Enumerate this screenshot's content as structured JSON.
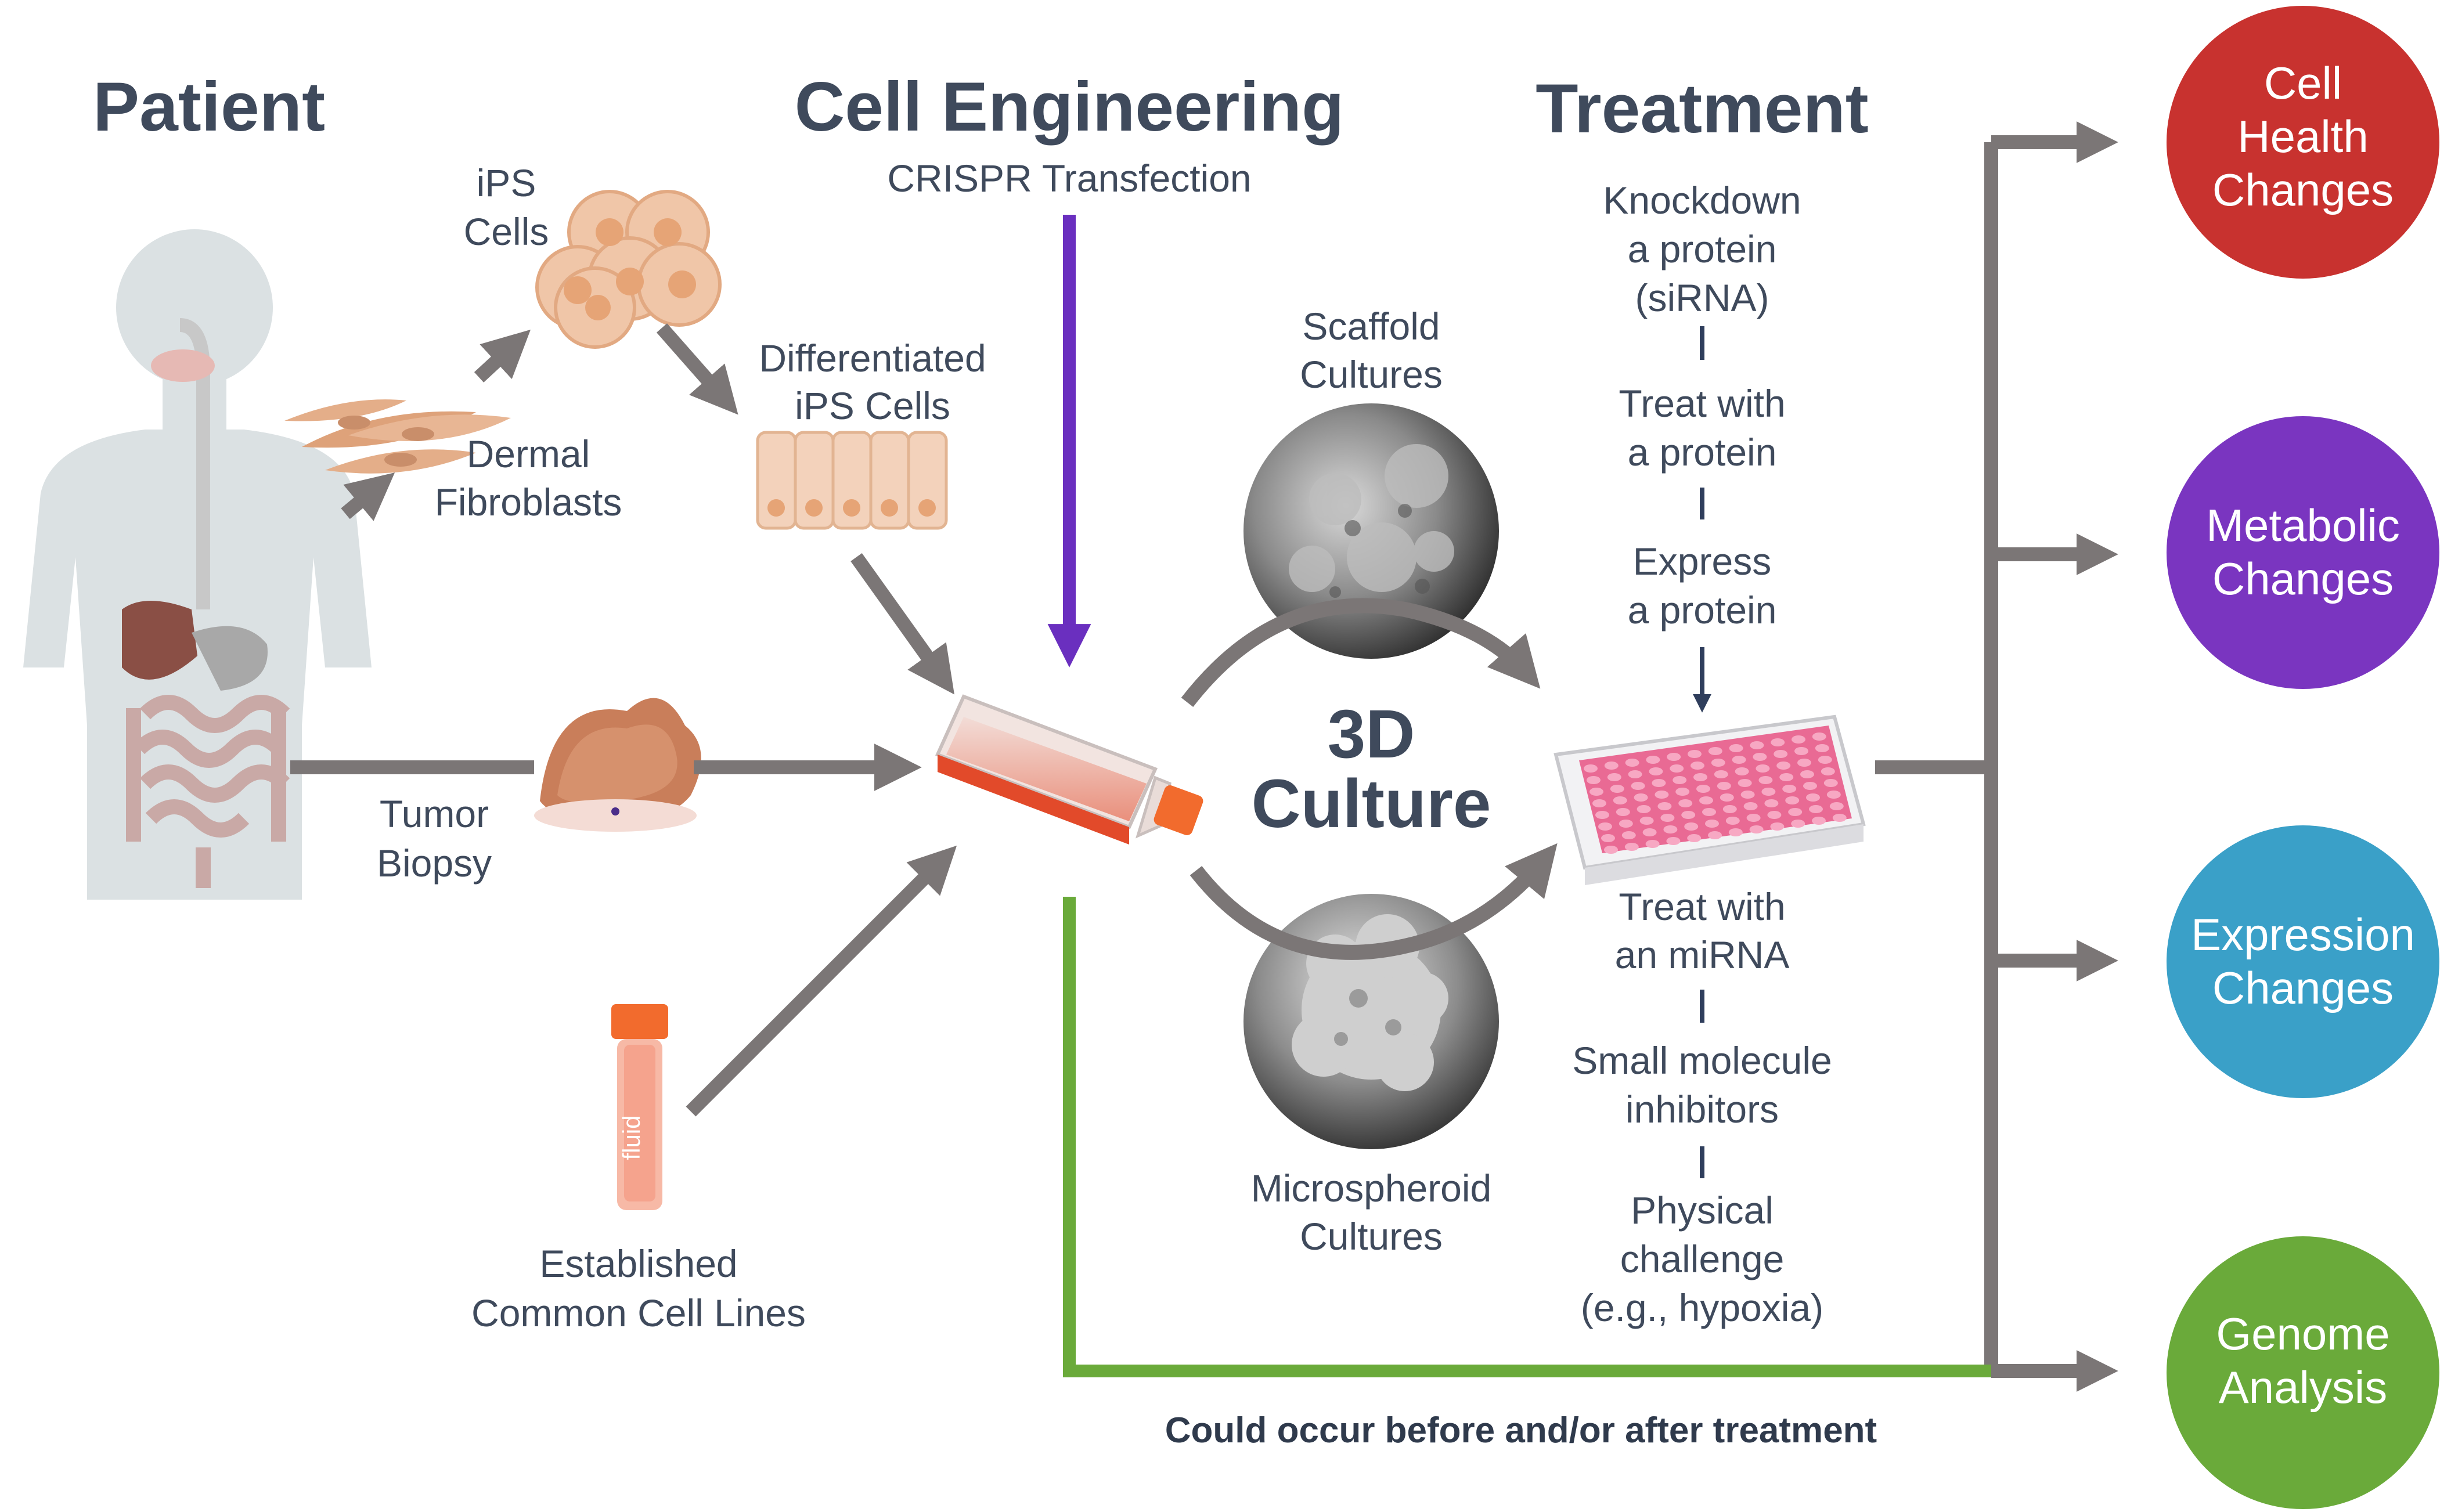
{
  "headings": {
    "patient": "Patient",
    "cell_engineering": "Cell Engineering",
    "crispr": "CRISPR Transfection",
    "treatment": "Treatment"
  },
  "sources": {
    "ips_cells": [
      "iPS",
      "Cells"
    ],
    "dermal_fibroblasts": [
      "Dermal",
      "Fibroblasts"
    ],
    "differentiated_ips": [
      "Differentiated",
      "iPS Cells"
    ],
    "tumor_biopsy": [
      "Tumor",
      "Biopsy"
    ],
    "established_lines": [
      "Established",
      "Common Cell Lines"
    ]
  },
  "culture": {
    "scaffold": [
      "Scaffold",
      "Cultures"
    ],
    "microspheroid": [
      "Microspheroid",
      "Cultures"
    ],
    "center": [
      "3D",
      "Culture"
    ]
  },
  "treatments": {
    "top": [
      [
        "Knockdown",
        "a protein",
        "(siRNA)"
      ],
      [
        "Treat with",
        "a protein"
      ],
      [
        "Express",
        "a protein"
      ]
    ],
    "bottom": [
      [
        "Treat with",
        "an miRNA"
      ],
      [
        "Small molecule",
        "inhibitors"
      ],
      [
        "Physical",
        "challenge",
        "(e.g., hypoxia)"
      ]
    ]
  },
  "outcomes": [
    {
      "lines": [
        "Cell",
        "Health",
        "Changes"
      ],
      "color": "#c8322f"
    },
    {
      "lines": [
        "Metabolic",
        "Changes"
      ],
      "color": "#7a35c0"
    },
    {
      "lines": [
        "Expression",
        "Changes"
      ],
      "color": "#3aa0c8"
    },
    {
      "lines": [
        "Genome",
        "Analysis"
      ],
      "color": "#6aaa3a"
    }
  ],
  "note": "Could occur before and/or after treatment",
  "colors": {
    "arrow_gray": "#7b7676",
    "crispr_purple": "#6a2fbf",
    "green_line": "#6aaa3a",
    "heading": "#3f4a5c"
  },
  "icons": [
    "human-body-icon",
    "ips-cells-icon",
    "fibroblasts-icon",
    "differentiated-cells-icon",
    "tumor-icon",
    "cell-line-vial-icon",
    "culture-flask-icon",
    "scaffold-image-icon",
    "microspheroid-image-icon",
    "well-plate-icon"
  ]
}
